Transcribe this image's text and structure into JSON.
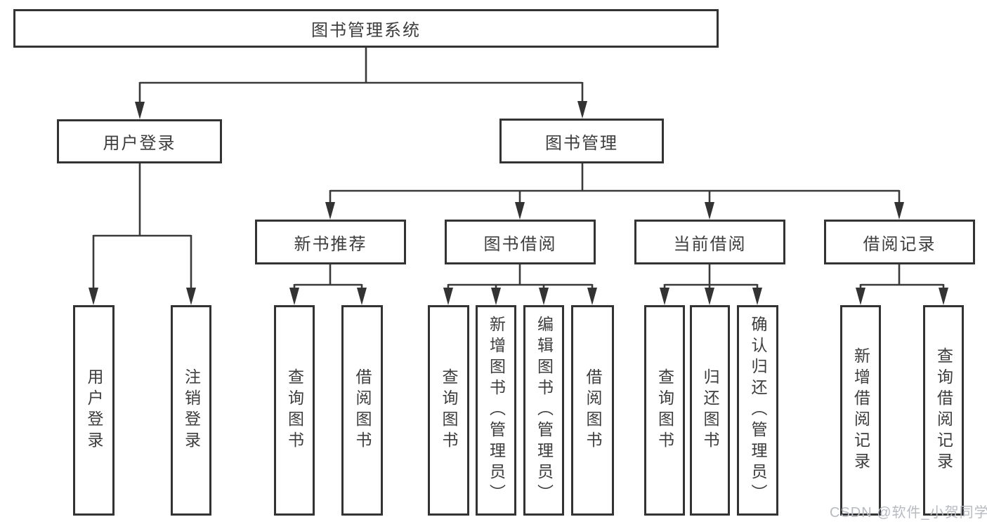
{
  "diagram": {
    "title": "图书管理系统",
    "type": "tree",
    "nodes": {
      "root": {
        "label": "图书管理系统"
      },
      "user_login": {
        "label": "用户登录"
      },
      "book_mgmt": {
        "label": "图书管理"
      },
      "new_book_rec": {
        "label": "新书推荐"
      },
      "book_borrow": {
        "label": "图书借阅"
      },
      "current_borrow": {
        "label": "当前借阅"
      },
      "borrow_records": {
        "label": "借阅记录"
      },
      "leaf_user_login": {
        "label": "用户登录"
      },
      "leaf_logout": {
        "label": "注销登录"
      },
      "leaf_rec_query": {
        "label": "查询图书"
      },
      "leaf_rec_borrow": {
        "label": "借阅图书"
      },
      "leaf_bor_query": {
        "label": "查询图书"
      },
      "leaf_bor_add": {
        "label": "新增图书（管理员）"
      },
      "leaf_bor_edit": {
        "label": "编辑图书（管理员）"
      },
      "leaf_bor_borrow": {
        "label": "借阅图书"
      },
      "leaf_cur_query": {
        "label": "查询图书"
      },
      "leaf_cur_return": {
        "label": "归还图书"
      },
      "leaf_cur_confirm": {
        "label": "确认归还（管理员）"
      },
      "leaf_log_add": {
        "label": "新增借阅记录"
      },
      "leaf_log_query": {
        "label": "查询借阅记录"
      }
    },
    "hierarchy": [
      {
        "parent": "图书管理系统",
        "children": [
          "用户登录",
          "图书管理"
        ]
      },
      {
        "parent": "用户登录",
        "children": [
          "用户登录",
          "注销登录"
        ]
      },
      {
        "parent": "图书管理",
        "children": [
          "新书推荐",
          "图书借阅",
          "当前借阅",
          "借阅记录"
        ]
      },
      {
        "parent": "新书推荐",
        "children": [
          "查询图书",
          "借阅图书"
        ]
      },
      {
        "parent": "图书借阅",
        "children": [
          "查询图书",
          "新增图书（管理员）",
          "编辑图书（管理员）",
          "借阅图书"
        ]
      },
      {
        "parent": "当前借阅",
        "children": [
          "查询图书",
          "归还图书",
          "确认归还（管理员）"
        ]
      },
      {
        "parent": "借阅记录",
        "children": [
          "新增借阅记录",
          "查询借阅记录"
        ]
      }
    ],
    "colors": {
      "line": "#3a3a3a",
      "box_border": "#333333",
      "box_fill": "#ffffff",
      "text": "#3d3d3d",
      "background": "#ffffff"
    }
  },
  "watermark": {
    "text": "CSDN @软件_小贺同学",
    "color": "#b7bbc1"
  }
}
